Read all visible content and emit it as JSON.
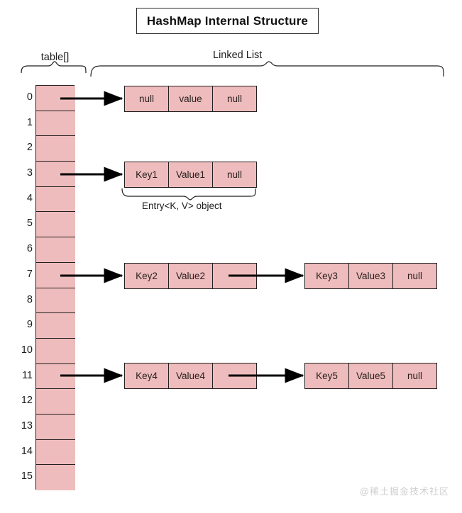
{
  "diagram": {
    "title": "HashMap Internal Structure",
    "labels": {
      "table_array": "table[]",
      "linked_list": "Linked List",
      "entry_object": "Entry<K, V> object"
    },
    "watermark": "@稀土掘金技术社区",
    "colors": {
      "cell_fill": "#eebcbc",
      "stroke": "#231f20",
      "background": "#ffffff",
      "watermark": "#cfcfcf"
    },
    "table": {
      "indices": [
        "0",
        "1",
        "2",
        "3",
        "4",
        "5",
        "6",
        "7",
        "8",
        "9",
        "10",
        "11",
        "12",
        "13",
        "14",
        "15"
      ],
      "occupied_indices": [
        0,
        3,
        7,
        11
      ]
    },
    "buckets": [
      {
        "index": "0",
        "chain": [
          {
            "key": "null",
            "value": "value",
            "next": "null"
          }
        ]
      },
      {
        "index": "3",
        "chain": [
          {
            "key": "Key1",
            "value": "Value1",
            "next": "null"
          }
        ]
      },
      {
        "index": "7",
        "chain": [
          {
            "key": "Key2",
            "value": "Value2",
            "next": ""
          },
          {
            "key": "Key3",
            "value": "Value3",
            "next": "null"
          }
        ]
      },
      {
        "index": "11",
        "chain": [
          {
            "key": "Key4",
            "value": "Value4",
            "next": ""
          },
          {
            "key": "Key5",
            "value": "Value5",
            "next": "null"
          }
        ]
      }
    ]
  }
}
